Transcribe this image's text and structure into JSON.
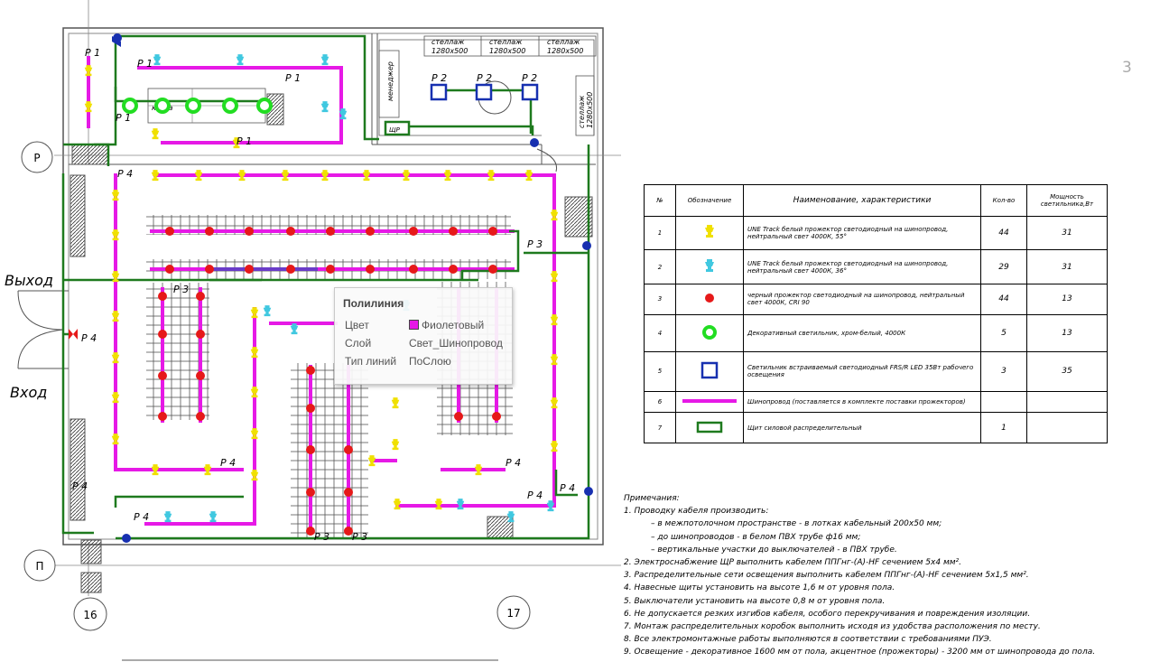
{
  "plan": {
    "exit_label": "Выход",
    "entry_label": "Вход",
    "axes": [
      "Р",
      "П",
      "16",
      "17"
    ],
    "rack_labels": [
      {
        "name": "стеллаж",
        "size": "1280х500"
      },
      {
        "name": "стеллаж",
        "size": "1280х500"
      },
      {
        "name": "стеллаж",
        "size": "1280х500"
      },
      {
        "name": "стеллаж",
        "size": "1280х500"
      }
    ],
    "manager_label": "менеджер",
    "table_label": "касса",
    "panel_label": "ЩР",
    "group_labels": {
      "p1": "Р 1",
      "p2": "Р 2",
      "p3": "Р 3",
      "p4": "Р 4"
    },
    "side_number": "3"
  },
  "tooltip": {
    "title": "Полилиния",
    "rows": [
      {
        "key": "Цвет",
        "value": "Фиолетовый"
      },
      {
        "key": "Слой",
        "value": "Свет_Шинопровод"
      },
      {
        "key": "Тип линий",
        "value": "ПоСлою"
      }
    ],
    "swatch_color": "#e619e6"
  },
  "legend": {
    "headers": [
      "№",
      "Обозначение",
      "Наименование, характеристики",
      "Кол-во",
      "Мощность светильника,Вт"
    ],
    "rows": [
      {
        "n": "1",
        "symbol": "yellow-spot-icon",
        "name": "UNE Track белый прожектор светодиодный на шинопровод, нейтральный свет 4000К, 55°",
        "qty": "44",
        "power": "31"
      },
      {
        "n": "2",
        "symbol": "cyan-spot-icon",
        "name": "UNE Track белый прожектор светодиодный на шинопровод, нейтральный свет 4000К, 36°",
        "qty": "29",
        "power": "31"
      },
      {
        "n": "3",
        "symbol": "red-dot-icon",
        "name": "черный прожектор светодиодный на шинопровод, нейтральный свет 4000К, CRI 90",
        "qty": "44",
        "power": "13"
      },
      {
        "n": "4",
        "symbol": "green-ring-icon",
        "name": "Декоративный светильник, хром-белый, 4000К",
        "qty": "5",
        "power": "13"
      },
      {
        "n": "5",
        "symbol": "blue-square-icon",
        "name": "Светильник встраиваемый светодиодный FRS/R LED 35Вт рабочего освещения",
        "qty": "3",
        "power": "35"
      },
      {
        "n": "6",
        "symbol": "magenta-line-icon",
        "name": "Шинопровод (поставляется в комплекте поставки прожекторов)",
        "qty": "",
        "power": ""
      },
      {
        "n": "7",
        "symbol": "panel-icon",
        "name": "Щит силовой распределительный",
        "qty": "1",
        "power": ""
      }
    ]
  },
  "notes": {
    "title": "Примечания:",
    "items": [
      "1. Проводку кабеля производить:",
      "– в межпотолочном пространстве - в лотках кабельный 200х50 мм;",
      "– до шинопроводов - в белом ПВХ трубе ф16 мм;",
      "– вертикальные участки до выключателей - в ПВХ трубе.",
      "2. Электроснабжение ЩР выполнить кабелем ППГнг-(А)-HF сечением 5х4 мм².",
      "3. Распределительные сети освещения выполнить кабелем ППГнг-(А)-HF сечением 5х1,5 мм².",
      "4. Навесные щиты установить на высоте 1,6 м от уровня пола.",
      "5. Выключатели установить на высоте 0,8 м от уровня пола.",
      "6. Не допускается резких изгибов кабеля, особого перекручивания и повреждения изоляции.",
      "7. Монтаж распределительных коробок выполнить исходя из удобства расположения по месту.",
      "8. Все электромонтажные работы выполняются в соответствии с требованиями ПУЭ.",
      "9. Освещение - декоративное 1600 мм от пола, акцентное (прожекторы) - 3200 мм от шинопровода до пола."
    ]
  },
  "colors": {
    "cable": "#1e7a1e",
    "busbar": "#e619e6",
    "red_spot": "#e61919",
    "blue": "#1730b0",
    "yellow": "#f0e000",
    "cyan": "#40c8e0"
  }
}
